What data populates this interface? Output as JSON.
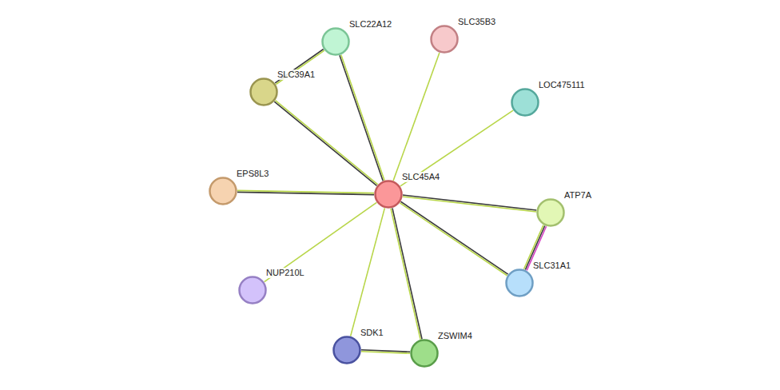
{
  "diagram": {
    "nodes": [
      {
        "text": [
          "SLC22A12"
        ]
      },
      {
        "text": [
          "SLC35B3"
        ]
      },
      {
        "text": [
          "SLC39A1"
        ]
      },
      {
        "text": [
          "LOC475111"
        ]
      },
      {
        "text": [
          "EPS8L3"
        ]
      },
      {
        "text": [
          "SLC45A4"
        ]
      },
      {
        "text": [
          "ATP7A"
        ]
      },
      {
        "text": [
          "SLC31A1"
        ]
      },
      {
        "text": [
          "NUP210L"
        ]
      },
      {
        "text": [
          "SDK1"
        ]
      },
      {
        "text": [
          "ZSWIM4"
        ]
      }
    ],
    "edges": [
      {
        "from": 5,
        "to": 0,
        "arrow": "none"
      },
      {
        "from": 5,
        "to": 1,
        "arrow": "none"
      },
      {
        "from": 5,
        "to": 2,
        "arrow": "none"
      },
      {
        "from": 5,
        "to": 3,
        "arrow": "none"
      },
      {
        "from": 5,
        "to": 4,
        "arrow": "none"
      },
      {
        "from": 5,
        "to": 6,
        "arrow": "none"
      },
      {
        "from": 5,
        "to": 7,
        "arrow": "none"
      },
      {
        "from": 5,
        "to": 8,
        "arrow": "none"
      },
      {
        "from": 5,
        "to": 9,
        "arrow": "none"
      },
      {
        "from": 5,
        "to": 10,
        "arrow": "none"
      },
      {
        "from": 2,
        "to": 0,
        "arrow": "none"
      },
      {
        "from": 6,
        "to": 7,
        "arrow": "none"
      },
      {
        "from": 9,
        "to": 10,
        "arrow": "none"
      }
    ]
  }
}
